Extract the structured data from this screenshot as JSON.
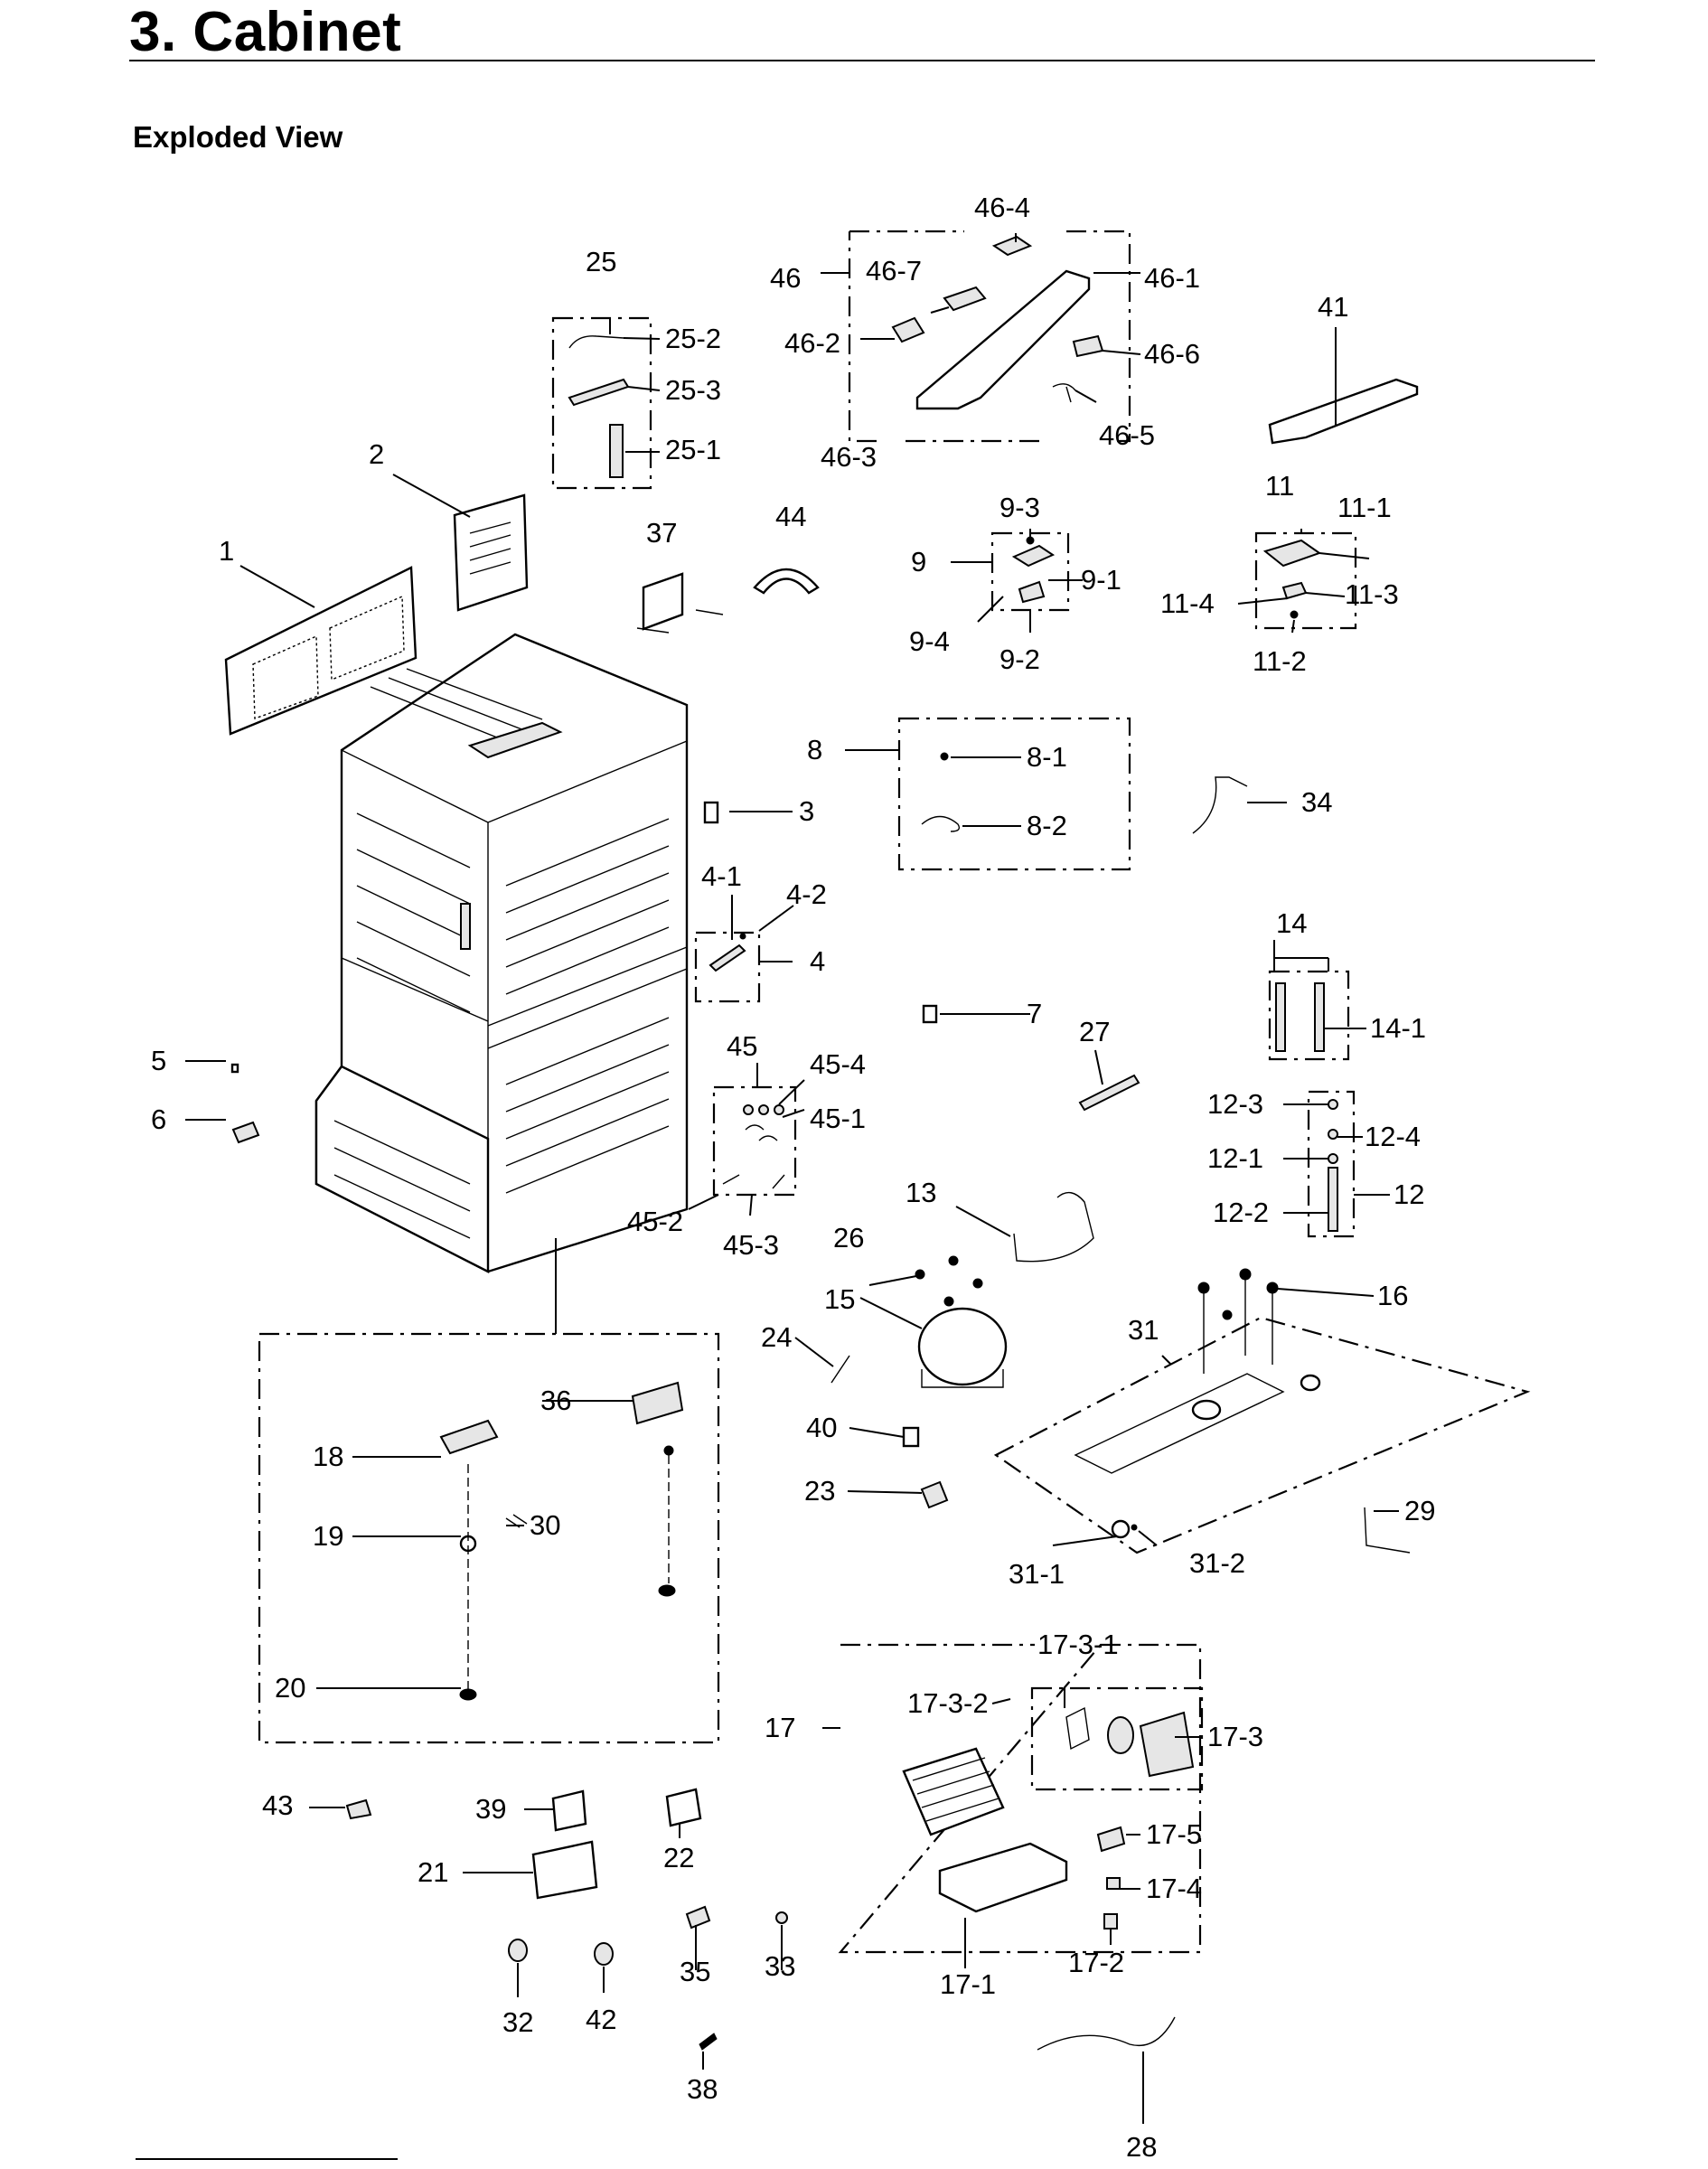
{
  "header": {
    "section_title": "3.  Cabinet",
    "view_title": "Exploded View"
  },
  "callouts": {
    "c1": "1",
    "c2": "2",
    "c3": "3",
    "c4": "4",
    "c4_1": "4-1",
    "c4_2": "4-2",
    "c5": "5",
    "c6": "6",
    "c7": "7",
    "c8": "8",
    "c8_1": "8-1",
    "c8_2": "8-2",
    "c9": "9",
    "c9_1": "9-1",
    "c9_2": "9-2",
    "c9_3": "9-3",
    "c9_4": "9-4",
    "c11": "11",
    "c11_1": "11-1",
    "c11_2": "11-2",
    "c11_3": "11-3",
    "c11_4": "11-4",
    "c12": "12",
    "c12_1": "12-1",
    "c12_2": "12-2",
    "c12_3": "12-3",
    "c12_4": "12-4",
    "c13": "13",
    "c14": "14",
    "c14_1": "14-1",
    "c15": "15",
    "c16": "16",
    "c17": "17",
    "c17_1": "17-1",
    "c17_2": "17-2",
    "c17_3": "17-3",
    "c17_3_1": "17-3-1",
    "c17_3_2": "17-3-2",
    "c17_4": "17-4",
    "c17_5": "17-5",
    "c18": "18",
    "c19": "19",
    "c20": "20",
    "c21": "21",
    "c22": "22",
    "c23": "23",
    "c24": "24",
    "c25": "25",
    "c25_1": "25-1",
    "c25_2": "25-2",
    "c25_3": "25-3",
    "c26": "26",
    "c27": "27",
    "c28": "28",
    "c29": "29",
    "c30": "30",
    "c31": "31",
    "c31_1": "31-1",
    "c31_2": "31-2",
    "c32": "32",
    "c33": "33",
    "c34": "34",
    "c35": "35",
    "c36": "36",
    "c37": "37",
    "c38": "38",
    "c39": "39",
    "c40": "40",
    "c41": "41",
    "c42": "42",
    "c43": "43",
    "c44": "44",
    "c45": "45",
    "c45_1": "45-1",
    "c45_2": "45-2",
    "c45_3": "45-3",
    "c45_4": "45-4",
    "c46": "46",
    "c46_1": "46-1",
    "c46_2": "46-2",
    "c46_3": "46-3",
    "c46_4": "46-4",
    "c46_5": "46-5",
    "c46_6": "46-6",
    "c46_7": "46-7"
  }
}
